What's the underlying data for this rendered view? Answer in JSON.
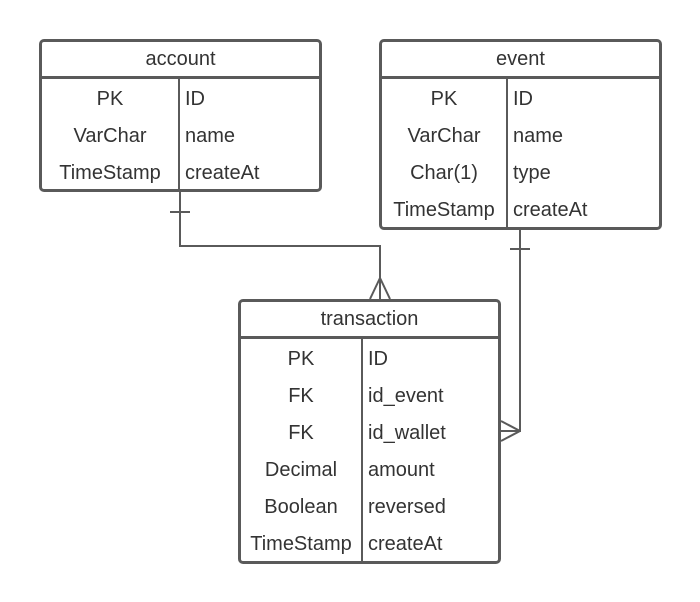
{
  "entities": {
    "account": {
      "title": "account",
      "rows": [
        {
          "type": "PK",
          "name": "ID"
        },
        {
          "type": "VarChar",
          "name": "name"
        },
        {
          "type": "TimeStamp",
          "name": "createAt"
        }
      ]
    },
    "event": {
      "title": "event",
      "rows": [
        {
          "type": "PK",
          "name": "ID"
        },
        {
          "type": "VarChar",
          "name": "name"
        },
        {
          "type": "Char(1)",
          "name": "type"
        },
        {
          "type": "TimeStamp",
          "name": "createAt"
        }
      ]
    },
    "transaction": {
      "title": "transaction",
      "rows": [
        {
          "type": "PK",
          "name": "ID"
        },
        {
          "type": "FK",
          "name": "id_event"
        },
        {
          "type": "FK",
          "name": "id_wallet"
        },
        {
          "type": "Decimal",
          "name": "amount"
        },
        {
          "type": "Boolean",
          "name": "reversed"
        },
        {
          "type": "TimeStamp",
          "name": "createAt"
        }
      ]
    }
  },
  "relationships": [
    {
      "from": "account",
      "to": "transaction",
      "from_cardinality": "one",
      "to_cardinality": "many"
    },
    {
      "from": "event",
      "to": "transaction",
      "from_cardinality": "one",
      "to_cardinality": "many"
    }
  ],
  "colors": {
    "stroke": "#5a5a5a",
    "text": "#333333",
    "background": "#ffffff"
  }
}
